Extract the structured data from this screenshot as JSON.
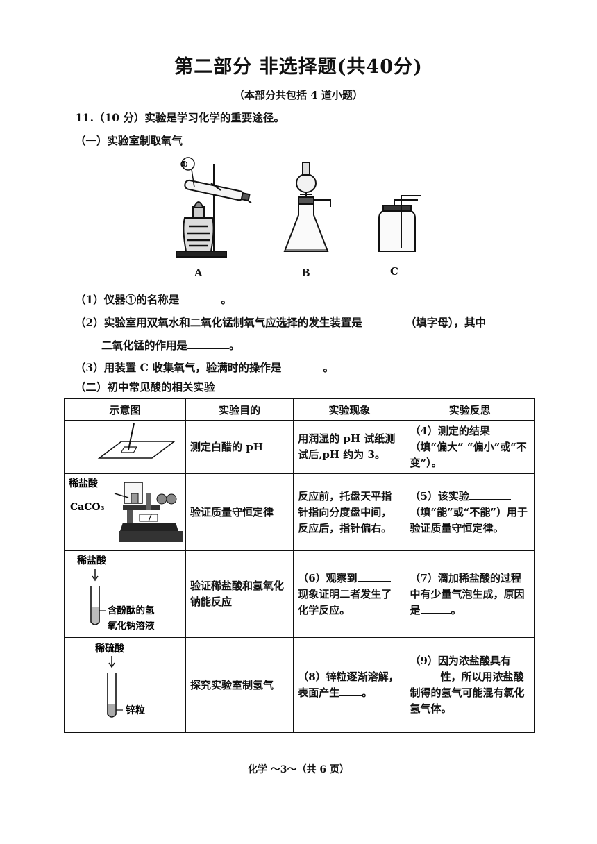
{
  "header": {
    "title": "第二部分 非选择题(共40分)",
    "subtitle": "（本部分共包括 4 道小题）"
  },
  "q11": {
    "stem": "11.（10 分）实验是学习化学的重要途径。",
    "part1_title": "（一）实验室制取氧气",
    "apparatus_labels": [
      "A",
      "B",
      "C"
    ],
    "circle_mark": "①",
    "q1_before": "（1）仪器①的名称是",
    "q1_after": "。",
    "q2_before": "（2）实验室用双氧水和二氧化锰制氧气应选择的发生装置是",
    "q2_middle": "（填字母），其中",
    "q2_line2_before": "二氧化锰的作用是",
    "q2_line2_after": "。",
    "q3_before": "（3）用装置 C 收集氧气，验满时的操作是",
    "q3_after": "。",
    "part2_title": "（二）初中常见酸的相关实验"
  },
  "table": {
    "headers": [
      "示意图",
      "实验目的",
      "实验现象",
      "实验反思"
    ],
    "rows": [
      {
        "diagram_labels": [],
        "purpose": "测定白醋的 pH",
        "phenomenon": "用润湿的 pH 试纸测试后,pH 约为 3。",
        "reflection_before": "（4）测定的结果",
        "reflection_after": "（填“偏大” “偏小”或“不变”）。"
      },
      {
        "diagram_labels": [
          "稀盐酸",
          "CaCO₃"
        ],
        "purpose": "验证质量守恒定律",
        "phenomenon": "反应前，托盘天平指针指向分度盘中间，反应后，指针偏右。",
        "reflection_before": "（5）该实验",
        "reflection_after": "（填“能”或“不能”）用于验证质量守恒定律。"
      },
      {
        "diagram_labels": [
          "稀盐酸",
          "含酚酞的氢",
          "氧化钠溶液"
        ],
        "purpose": "验证稀盐酸和氢氧化钠能反应",
        "phenomenon_before": "（6）观察到",
        "phenomenon_after": "现象证明二者发生了化学反应。",
        "reflection_before": "（7）滴加稀盐酸的过程中有少量气泡生成，原因是",
        "reflection_after": "。"
      },
      {
        "diagram_labels": [
          "稀硫酸",
          "锌粒"
        ],
        "purpose": "探究实验室制氢气",
        "phenomenon_before": "（8）锌粒逐渐溶解，表面产生",
        "phenomenon_after": "。",
        "reflection_before": "（9）因为浓盐酸具有",
        "reflection_after": "性，所以用浓盐酸制得的氢气可能混有氯化氢气体。"
      }
    ]
  },
  "footer": {
    "page_label": "化学 ～3～（共 6 页）"
  }
}
